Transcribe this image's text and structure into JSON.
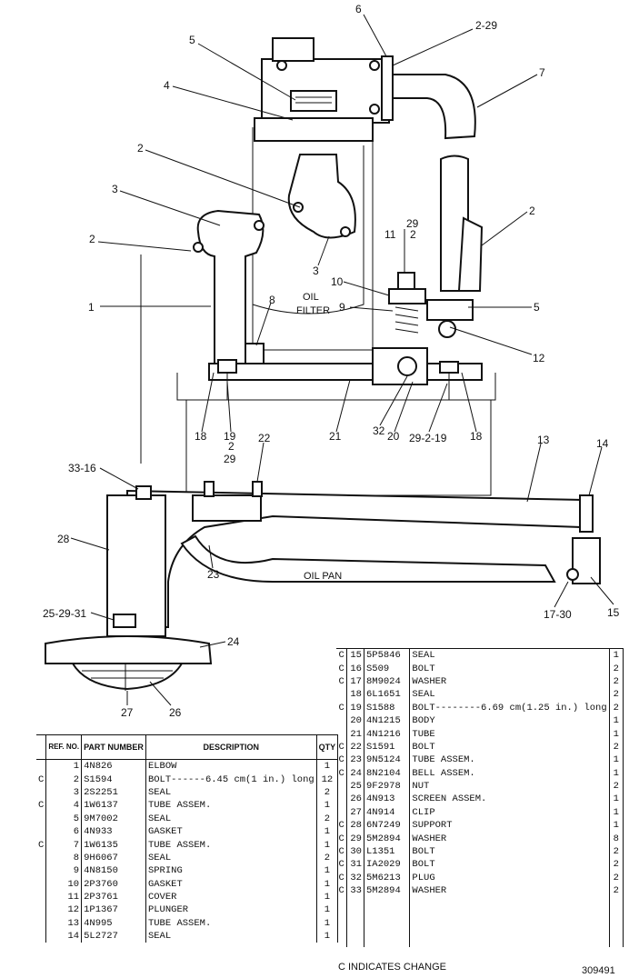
{
  "diagram": {
    "callouts": [
      {
        "id": "c6",
        "text": "6"
      },
      {
        "id": "c2-29",
        "text": "2-29"
      },
      {
        "id": "c5a",
        "text": "5"
      },
      {
        "id": "c7",
        "text": "7"
      },
      {
        "id": "c4",
        "text": "4"
      },
      {
        "id": "c2a",
        "text": "2"
      },
      {
        "id": "c3a",
        "text": "3"
      },
      {
        "id": "c2b",
        "text": "2"
      },
      {
        "id": "c2c",
        "text": "2"
      },
      {
        "id": "c29a",
        "text": "29"
      },
      {
        "id": "c2d",
        "text": "2"
      },
      {
        "id": "c11",
        "text": "11"
      },
      {
        "id": "c1",
        "text": "1"
      },
      {
        "id": "c3b",
        "text": "3"
      },
      {
        "id": "c10",
        "text": "10"
      },
      {
        "id": "c8",
        "text": "8"
      },
      {
        "id": "c9",
        "text": "9"
      },
      {
        "id": "c5b",
        "text": "5"
      },
      {
        "id": "c12",
        "text": "12"
      },
      {
        "id": "c18a",
        "text": "18"
      },
      {
        "id": "c19",
        "text": "19"
      },
      {
        "id": "c2e",
        "text": "2"
      },
      {
        "id": "c29b",
        "text": "29"
      },
      {
        "id": "c21",
        "text": "21"
      },
      {
        "id": "c32",
        "text": "32"
      },
      {
        "id": "c20",
        "text": "20"
      },
      {
        "id": "c29-2-19",
        "text": "29-2-19"
      },
      {
        "id": "c18b",
        "text": "18"
      },
      {
        "id": "c22",
        "text": "22"
      },
      {
        "id": "c13",
        "text": "13"
      },
      {
        "id": "c14",
        "text": "14"
      },
      {
        "id": "c33-16",
        "text": "33-16"
      },
      {
        "id": "c28",
        "text": "28"
      },
      {
        "id": "c23",
        "text": "23"
      },
      {
        "id": "c15",
        "text": "15"
      },
      {
        "id": "c17-30",
        "text": "17-30"
      },
      {
        "id": "c25-29-31",
        "text": "25-29-31"
      },
      {
        "id": "c24",
        "text": "24"
      },
      {
        "id": "c27",
        "text": "27"
      },
      {
        "id": "c26",
        "text": "26"
      }
    ],
    "labels": {
      "oil_filter_line1": "OIL",
      "oil_filter_line2": "FILTER",
      "oil_pan": "OIL PAN"
    }
  },
  "table_left": {
    "headers": {
      "ref": "REF. NO.",
      "part": "PART NUMBER",
      "desc": "DESCRIPTION",
      "qty": "QTY"
    },
    "rows": [
      {
        "c": "",
        "ref": "1",
        "part": "4N826",
        "desc": "ELBOW",
        "qty": "1"
      },
      {
        "c": "C",
        "ref": "2",
        "part": "S1594",
        "desc": "BOLT------6.45 cm(1 in.) long",
        "qty": "12"
      },
      {
        "c": "",
        "ref": "3",
        "part": "2S2251",
        "desc": "SEAL",
        "qty": "2"
      },
      {
        "c": "C",
        "ref": "4",
        "part": "1W6137",
        "desc": "TUBE ASSEM.",
        "qty": "1"
      },
      {
        "c": "",
        "ref": "5",
        "part": "9M7002",
        "desc": "SEAL",
        "qty": "2"
      },
      {
        "c": "",
        "ref": "6",
        "part": "4N933",
        "desc": "GASKET",
        "qty": "1"
      },
      {
        "c": "C",
        "ref": "7",
        "part": "1W6135",
        "desc": "TUBE ASSEM.",
        "qty": "1"
      },
      {
        "c": "",
        "ref": "8",
        "part": "9H6067",
        "desc": "SEAL",
        "qty": "2"
      },
      {
        "c": "",
        "ref": "9",
        "part": "4N8150",
        "desc": "SPRING",
        "qty": "1"
      },
      {
        "c": "",
        "ref": "10",
        "part": "2P3760",
        "desc": "GASKET",
        "qty": "1"
      },
      {
        "c": "",
        "ref": "11",
        "part": "2P3761",
        "desc": "COVER",
        "qty": "1"
      },
      {
        "c": "",
        "ref": "12",
        "part": "1P1367",
        "desc": "PLUNGER",
        "qty": "1"
      },
      {
        "c": "",
        "ref": "13",
        "part": "4N995",
        "desc": "TUBE ASSEM.",
        "qty": "1"
      },
      {
        "c": "",
        "ref": "14",
        "part": "5L2727",
        "desc": "SEAL",
        "qty": "1"
      }
    ]
  },
  "table_right": {
    "rows": [
      {
        "c": "C",
        "ref": "15",
        "part": "5P5846",
        "desc": "SEAL",
        "qty": "1"
      },
      {
        "c": "C",
        "ref": "16",
        "part": "S509",
        "desc": "BOLT",
        "qty": "2"
      },
      {
        "c": "C",
        "ref": "17",
        "part": "8M9024",
        "desc": "WASHER",
        "qty": "2"
      },
      {
        "c": "",
        "ref": "18",
        "part": "6L1651",
        "desc": "SEAL",
        "qty": "2"
      },
      {
        "c": "C",
        "ref": "19",
        "part": "S1588",
        "desc": "BOLT--------6.69 cm(1.25 in.) long",
        "qty": "2"
      },
      {
        "c": "",
        "ref": "20",
        "part": "4N1215",
        "desc": "BODY",
        "qty": "1"
      },
      {
        "c": "",
        "ref": "21",
        "part": "4N1216",
        "desc": "TUBE",
        "qty": "1"
      },
      {
        "c": "C",
        "ref": "22",
        "part": "S1591",
        "desc": "BOLT",
        "qty": "2"
      },
      {
        "c": "C",
        "ref": "23",
        "part": "9N5124",
        "desc": "TUBE ASSEM.",
        "qty": "1"
      },
      {
        "c": "C",
        "ref": "24",
        "part": "8N2104",
        "desc": "BELL ASSEM.",
        "qty": "1"
      },
      {
        "c": "",
        "ref": "25",
        "part": "9F2978",
        "desc": "     NUT",
        "qty": "2"
      },
      {
        "c": "",
        "ref": "26",
        "part": "4N913",
        "desc": "SCREEN ASSEM.",
        "qty": "1"
      },
      {
        "c": "",
        "ref": "27",
        "part": "4N914",
        "desc": "CLIP",
        "qty": "1"
      },
      {
        "c": "C",
        "ref": "28",
        "part": "6N7249",
        "desc": "SUPPORT",
        "qty": "1"
      },
      {
        "c": "C",
        "ref": "29",
        "part": "5M2894",
        "desc": "WASHER",
        "qty": "8"
      },
      {
        "c": "C",
        "ref": "30",
        "part": "L1351",
        "desc": "BOLT",
        "qty": "2"
      },
      {
        "c": "C",
        "ref": "31",
        "part": "IA2029",
        "desc": "BOLT",
        "qty": "2"
      },
      {
        "c": "C",
        "ref": "32",
        "part": "5M6213",
        "desc": "PLUG",
        "qty": "2"
      },
      {
        "c": "C",
        "ref": "33",
        "part": "5M2894",
        "desc": "WASHER",
        "qty": "2"
      }
    ]
  },
  "footer": {
    "note": "C INDICATES CHANGE",
    "figure_number": "309491"
  }
}
